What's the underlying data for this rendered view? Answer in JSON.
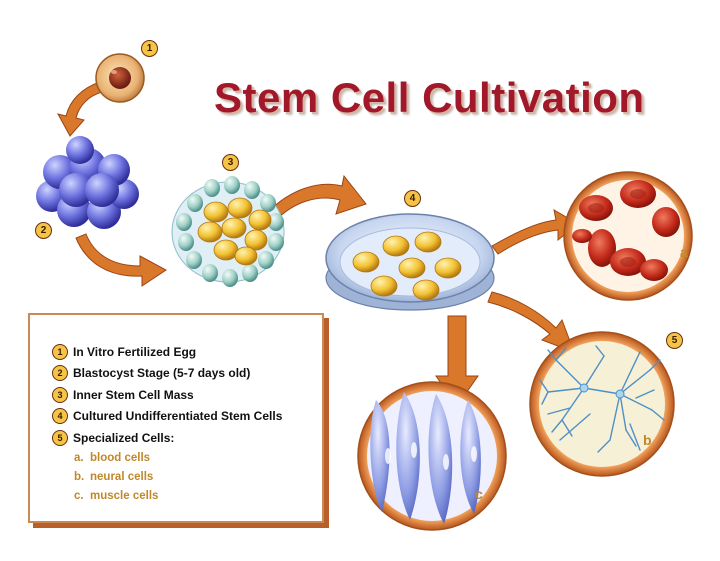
{
  "title": "Stem Cell Cultivation",
  "steps": [
    {
      "number": "1",
      "label": "In Vitro Fertilized Egg"
    },
    {
      "number": "2",
      "label": "Blastocyst Stage (5-7 days old)"
    },
    {
      "number": "3",
      "label": "Inner Stem Cell Mass"
    },
    {
      "number": "4",
      "label": "Cultured Undifferentiated Stem Cells"
    },
    {
      "number": "5",
      "label": "Specialized Cells:"
    }
  ],
  "specialized": [
    {
      "letter": "a.",
      "label": "blood cells"
    },
    {
      "letter": "b.",
      "label": "neural cells"
    },
    {
      "letter": "c.",
      "label": "muscle cells"
    }
  ],
  "diagram_badges": [
    "1",
    "2",
    "3",
    "4",
    "5"
  ],
  "diagram_letters": [
    "a",
    "b",
    "c"
  ],
  "colors": {
    "title": "#a1182a",
    "arrow": "#d9782a",
    "badge": "#f3c445",
    "sublabel": "#c0882b",
    "legend_border": "#c98a55"
  }
}
